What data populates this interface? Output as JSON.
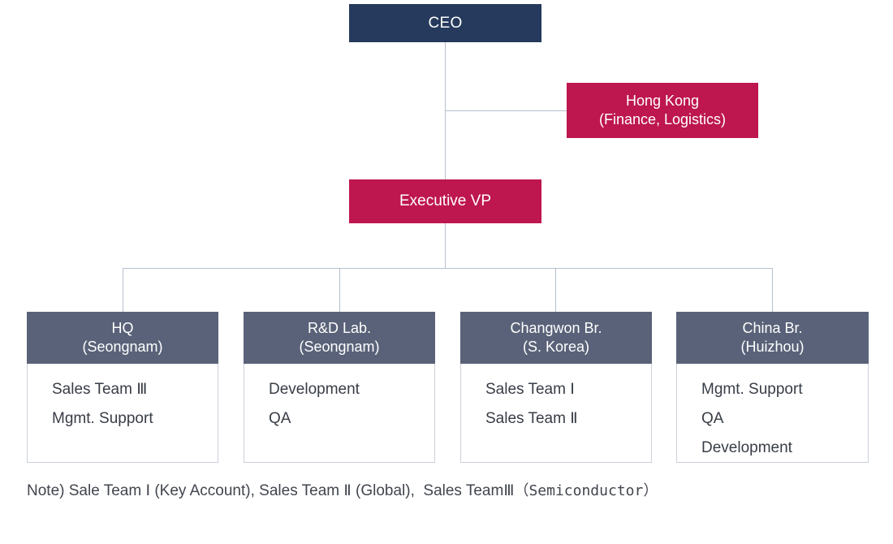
{
  "colors": {
    "navy": "#253a5c",
    "crimson": "#be164f",
    "slate": "#596278",
    "line": "#b6bfcf",
    "body_border": "#cbd0d8",
    "body_text": "#383d46",
    "note_text": "#41454d"
  },
  "chart": {
    "ceo": {
      "label": "CEO"
    },
    "hong_kong": {
      "line1": "Hong Kong",
      "line2": "(Finance, Logistics)"
    },
    "executive_vp": {
      "label": "Executive VP"
    },
    "departments": [
      {
        "line1": "HQ",
        "line2": "(Seongnam)",
        "items": [
          "Sales Team Ⅲ",
          "Mgmt. Support"
        ]
      },
      {
        "line1": "R&D Lab.",
        "line2": "(Seongnam)",
        "items": [
          "Development",
          "QA"
        ]
      },
      {
        "line1": "Changwon Br.",
        "line2": "(S. Korea)",
        "items": [
          "Sales Team Ⅰ",
          "Sales Team Ⅱ"
        ]
      },
      {
        "line1": "China Br.",
        "line2": "(Huizhou)",
        "items": [
          "Mgmt. Support",
          "QA",
          "Development"
        ]
      }
    ],
    "note": {
      "main": "Note) Sale Team Ⅰ (Key Account), Sales Team Ⅱ (Global),  Sales Team",
      "numeral": "Ⅲ",
      "mono": "（Semiconductor）"
    }
  }
}
